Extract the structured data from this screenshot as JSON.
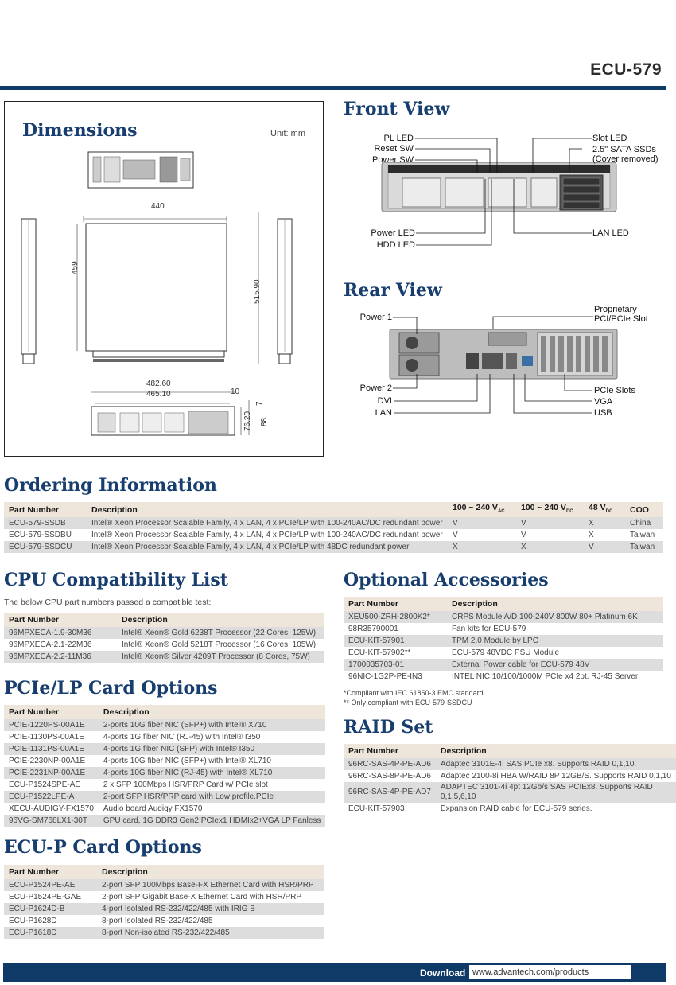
{
  "header": {
    "model": "ECU-579"
  },
  "dimensions": {
    "title": "Dimensions",
    "unit": "Unit: mm",
    "labels": {
      "w440": "440",
      "d459": "459",
      "d515": "515.90",
      "w482": "482.60",
      "w465": "465.10",
      "h10": "10",
      "h7": "7",
      "h76": "76.20",
      "h88": "88"
    }
  },
  "front_view": {
    "title": "Front View",
    "callouts": {
      "pl_led": "PL LED",
      "reset_sw": "Reset SW",
      "power_sw": "Power SW",
      "power_led": "Power LED",
      "hdd_led": "HDD LED",
      "slot_led": "Slot LED",
      "sata": "2.5\" SATA SSDs",
      "sata_note": "(Cover removed)",
      "lan_led": "LAN LED"
    }
  },
  "rear_view": {
    "title": "Rear View",
    "callouts": {
      "power1": "Power 1",
      "power2": "Power 2",
      "dvi": "DVI",
      "lan": "LAN",
      "prop1": "Proprietary",
      "prop2": "PCI/PCIe Slot",
      "pcie": "PCIe Slots",
      "vga": "VGA",
      "usb": "USB"
    }
  },
  "ordering": {
    "title": "Ordering Information",
    "headers": [
      "Part Number",
      "Description",
      "100 ~ 240 V",
      "100 ~ 240 V",
      "48 V",
      "COO"
    ],
    "header_subs": [
      "AC",
      "DC",
      "DC"
    ],
    "rows": [
      [
        "ECU-579-SSDB",
        "Intel® Xeon Processor Scalable Family, 4 x LAN, 4 x PCIe/LP with 100-240AC/DC redundant power",
        "V",
        "V",
        "X",
        "China"
      ],
      [
        "ECU-579-SSDBU",
        "Intel® Xeon Processor Scalable Family, 4 x LAN, 4 x PCIe/LP with 100-240AC/DC redundant power",
        "V",
        "V",
        "X",
        "Taiwan"
      ],
      [
        "ECU-579-SSDCU",
        "Intel® Xeon Processor Scalable Family, 4 x LAN, 4 x PCIe/LP with 48DC redundant power",
        "X",
        "X",
        "V",
        "Taiwan"
      ]
    ]
  },
  "cpu": {
    "title": "CPU Compatibility List",
    "intro": "The below CPU part numbers passed a compatible test:",
    "headers": [
      "Part Number",
      "Description"
    ],
    "rows": [
      [
        "96MPXECA-1.9-30M36",
        "Intel® Xeon® Gold 6238T Processor (22 Cores, 125W)"
      ],
      [
        "96MPXECA-2.1-22M36",
        "Intel® Xeon® Gold 5218T Processor (16 Cores, 105W)"
      ],
      [
        "96MPXECA-2.2-11M36",
        "Intel® Xeon® Silver 4209T Processor (8 Cores, 75W)"
      ]
    ]
  },
  "pcie": {
    "title": "PCIe/LP Card Options",
    "headers": [
      "Part Number",
      "Description"
    ],
    "rows": [
      [
        "PCIE-1220PS-00A1E",
        "2-ports 10G fiber NIC (SFP+) with Intel® X710"
      ],
      [
        "PCIE-1130PS-00A1E",
        "4-ports 1G fiber NIC (RJ-45) with Intel® I350"
      ],
      [
        "PCIE-1131PS-00A1E",
        "4-ports 1G fiber NIC (SFP) with Intel® I350"
      ],
      [
        "PCIE-2230NP-00A1E",
        "4-ports 10G fiber NIC (SFP+) with Intel® XL710"
      ],
      [
        "PCIE-2231NP-00A1E",
        "4-ports 10G fiber NIC (RJ-45) with Intel® XL710"
      ],
      [
        "ECU-P1524SPE-AE",
        "2 x SFP 100Mbps HSR/PRP Card w/ PCIe slot"
      ],
      [
        "ECU-P1522LPE-A",
        "2-port SFP HSR/PRP card with Low profile.PCIe"
      ],
      [
        "XECU-AUDIGY-FX1570",
        "Audio board Audigy FX1570"
      ],
      [
        "96VG-SM768LX1-30T",
        "GPU card,  1G DDR3 Gen2 PCIex1 HDMIx2+VGA LP Fanless"
      ]
    ]
  },
  "ecup": {
    "title": "ECU-P Card Options",
    "headers": [
      "Part Number",
      "Description"
    ],
    "rows": [
      [
        "ECU-P1524PE-AE",
        "2-port SFP 100Mbps Base-FX Ethernet Card with HSR/PRP"
      ],
      [
        "ECU-P1524PE-GAE",
        "2-port SFP Gigabit Base-X Ethernet Card with HSR/PRP"
      ],
      [
        "ECU-P1624D-B",
        "4-port Isolated RS-232/422/485 with IRIG B"
      ],
      [
        "ECU-P1628D",
        "8-port Isolated RS-232/422/485"
      ],
      [
        "ECU-P1618D",
        "8-port Non-isolated RS-232/422/485"
      ]
    ]
  },
  "accessories": {
    "title": "Optional Accessories",
    "headers": [
      "Part Number",
      "Description"
    ],
    "rows": [
      [
        "XEU500-ZRH-2800K2*",
        "CRPS Module A/D 100-240V 800W 80+ Platinum 6K"
      ],
      [
        "98R35790001",
        "Fan kits for ECU-579"
      ],
      [
        "ECU-KIT-57901",
        "TPM 2.0 Module by LPC"
      ],
      [
        "ECU-KIT-57902**",
        "ECU-579 48VDC PSU Module"
      ],
      [
        "1700035703-01",
        "External Power cable for ECU-579 48V"
      ],
      [
        "96NIC-1G2P-PE-IN3",
        "INTEL NIC 10/100/1000M PCIe x4 2pt. RJ-45 Server"
      ]
    ],
    "note1": "*Compliant with IEC 61850-3 EMC standard.",
    "note2": "** Only compliant with ECU-579-SSDCU"
  },
  "raid": {
    "title": "RAID Set",
    "headers": [
      "Part Number",
      "Description"
    ],
    "rows": [
      [
        "96RC-SAS-4P-PE-AD6",
        "Adaptec 3101E-4i SAS PCIe x8. Supports RAID 0,1,10."
      ],
      [
        "96RC-SAS-8P-PE-AD6",
        "Adaptec 2100-8i HBA W/RAID 8P 12GB/S. Supports RAID 0,1,10"
      ],
      [
        "96RC-SAS-4P-PE-AD7",
        "ADAPTEC 3101-4i 4pt 12Gb/s SAS PCIEx8. Supports RAID 0,1,5,6,10"
      ],
      [
        "ECU-KIT-57903",
        "Expansion RAID cable for ECU-579 series."
      ]
    ]
  },
  "footer": {
    "label": "Download",
    "url": "www.advantech.com/products"
  },
  "colors": {
    "brand": "#0f3a68",
    "title": "#173e6e",
    "header_row": "#eee6da",
    "stripe": "#dddddd"
  }
}
